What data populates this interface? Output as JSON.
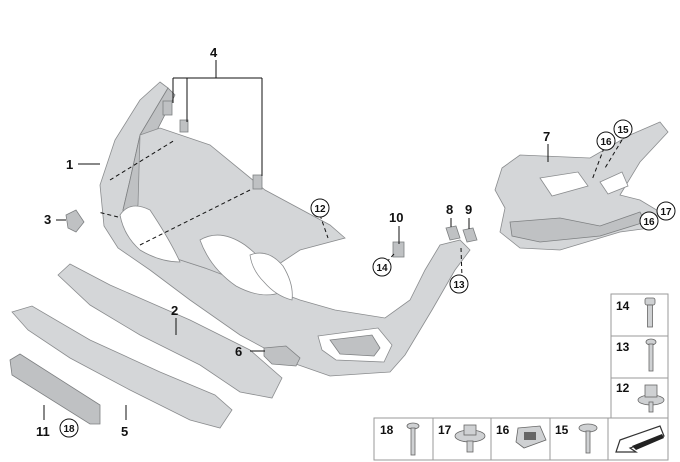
{
  "callouts": {
    "c1": "1",
    "c2": "2",
    "c3": "3",
    "c4": "4",
    "c5": "5",
    "c6": "6",
    "c7": "7",
    "c8": "8",
    "c9": "9",
    "c10": "10",
    "c11": "11",
    "c12": "12",
    "c13": "13",
    "c14": "14",
    "c15": "15",
    "c16a": "16",
    "c16b": "16",
    "c17": "17",
    "c18": "18"
  },
  "parts_panel": {
    "right_column": [
      "14",
      "13",
      "12"
    ],
    "bottom_row": [
      "18",
      "17",
      "16",
      "15"
    ]
  },
  "colors": {
    "part": "#d4d6d8",
    "outline": "#8a8c8e",
    "panel_border": "#9a9a9a"
  }
}
